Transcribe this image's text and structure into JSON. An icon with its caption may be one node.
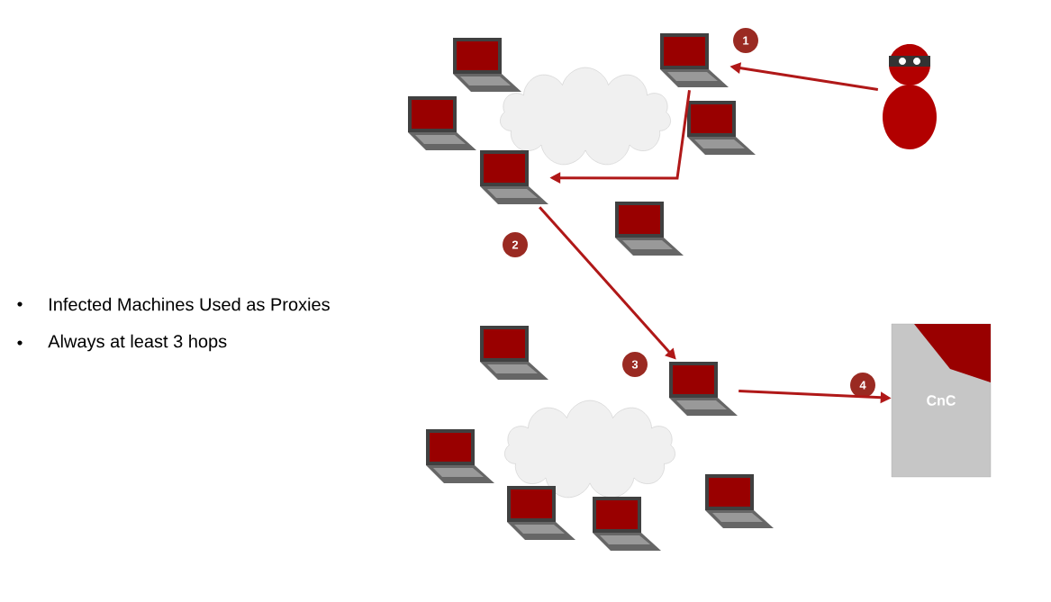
{
  "diagram": {
    "nodes": [
      {
        "text": [],
        "shape": "cloud"
      },
      {
        "text": [],
        "shape": "laptop"
      },
      {
        "text": [],
        "shape": "laptop"
      },
      {
        "text": [
          "1"
        ]
      },
      {
        "text": [],
        "shape": "person"
      },
      {
        "text": [],
        "shape": "laptop"
      },
      {
        "text": [],
        "shape": "laptop"
      },
      {
        "text": [],
        "shape": "laptop"
      },
      {
        "text": [],
        "shape": "laptop"
      },
      {
        "text": [
          "2"
        ]
      },
      {
        "text": [],
        "shape": "laptop"
      },
      {
        "text": [
          "3"
        ]
      },
      {
        "text": [],
        "shape": "laptop"
      },
      {
        "text": [
          "4"
        ]
      },
      {
        "text": [
          "CnC"
        ]
      },
      {
        "text": [],
        "shape": "cloud"
      },
      {
        "text": [],
        "shape": "laptop"
      },
      {
        "text": [],
        "shape": "laptop"
      },
      {
        "text": [],
        "shape": "laptop"
      },
      {
        "text": [],
        "shape": "laptop"
      }
    ],
    "edges": [
      {
        "from": 4,
        "to": 2,
        "arrow": "to"
      },
      {
        "from": 2,
        "to": 7,
        "arrow": "to"
      },
      {
        "from": 7,
        "to": 12,
        "arrow": "to"
      },
      {
        "from": 12,
        "to": 14,
        "arrow": "to"
      }
    ],
    "labels": [
      "Infected Machines Used as Proxies",
      "Always at least 3 hops"
    ]
  }
}
